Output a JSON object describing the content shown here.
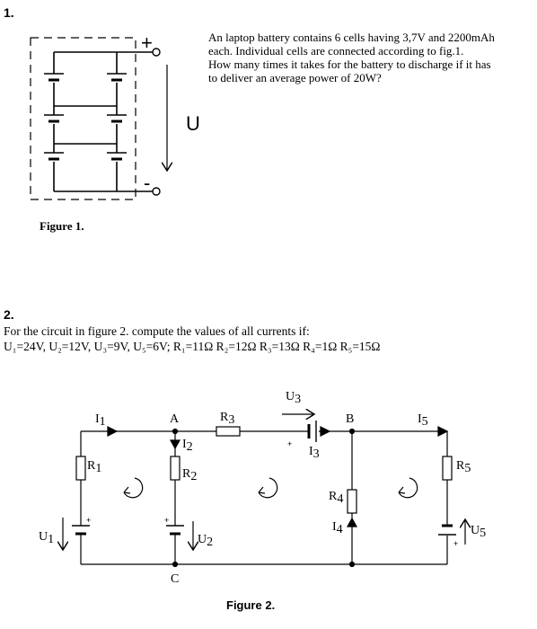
{
  "problem1": {
    "number": "1.",
    "text_lines": [
      "An laptop battery contains 6 cells having 3,7V and 2200mAh",
      "each. Individual cells are connected according to fig.1.",
      "How many times it takes for the battery to discharge if it has",
      "to deliver an average power of 20W?"
    ],
    "figure": {
      "voltage_label": "U",
      "plus_sign": "+",
      "minus_sign": "-",
      "caption": "Figure 1."
    }
  },
  "problem2": {
    "number": "2.",
    "line1": "For the circuit in figure 2. compute the values of all currents if:",
    "line2": "U₁=24V, U₂=12V, U₃=9V, U₅=6V; R₁=11Ω R₂=12Ω R₃=13Ω R₄=1Ω R₅=15Ω",
    "figure": {
      "caption": "Figure 2.",
      "nodes": {
        "a": "A",
        "b": "B",
        "c": "C"
      },
      "labels": {
        "I1": "I",
        "I1_sub": "1",
        "I2": "I",
        "I2_sub": "2",
        "I3": "I",
        "I3_sub": "3",
        "I4": "I",
        "I4_sub": "4",
        "I5": "I",
        "I5_sub": "5",
        "R1": "R",
        "R1_sub": "1",
        "R2": "R",
        "R2_sub": "2",
        "R3": "R",
        "R3_sub": "3",
        "R4": "R",
        "R4_sub": "4",
        "R5": "R",
        "R5_sub": "5",
        "U1": "U",
        "U1_sub": "1",
        "U2": "U",
        "U2_sub": "2",
        "U3": "U",
        "U3_sub": "3",
        "U5": "U",
        "U5_sub": "5",
        "plus": "+"
      }
    }
  }
}
